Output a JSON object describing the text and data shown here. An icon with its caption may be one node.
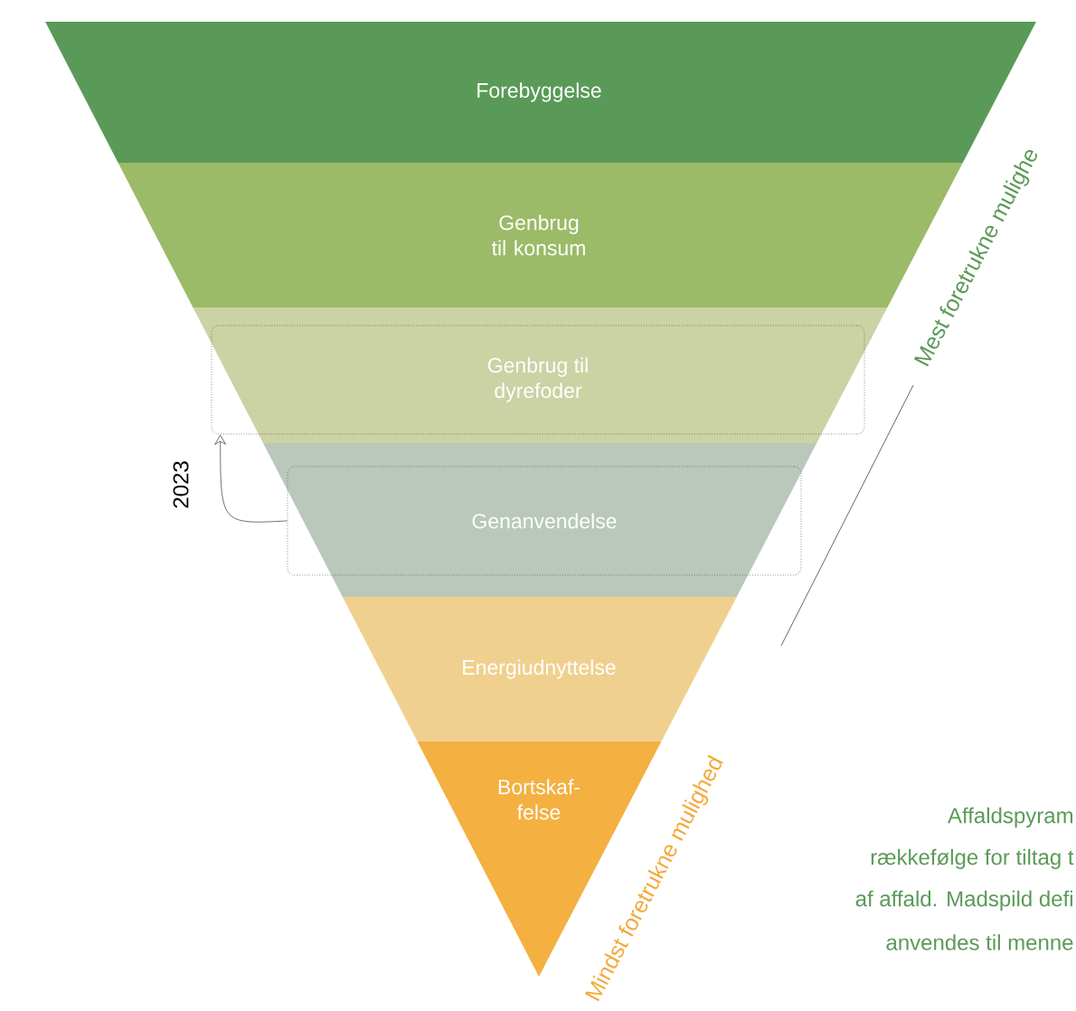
{
  "diagram": {
    "nodes": [
      {
        "text": [
          "Forebyggelse"
        ]
      },
      {
        "text": [
          "Genbrug til konsum"
        ]
      },
      {
        "text": [
          "Genbrug til dyrefoder"
        ]
      },
      {
        "text": [
          "Genanvendelse"
        ]
      },
      {
        "text": [
          "Energiudnyttelse"
        ]
      },
      {
        "text": [
          "Bortskaf- felse"
        ]
      }
    ],
    "edges": [
      {
        "from": 3,
        "to": 2,
        "arrow": "to",
        "label": "2023"
      }
    ],
    "labels": [
      "Mest foretrukne mulighe",
      "Mindst foretrukne mulighed",
      "Affaldspyram",
      "rækkefølge for tiltag t",
      "af affald. Madspild defi",
      "anvendes til menne"
    ]
  }
}
